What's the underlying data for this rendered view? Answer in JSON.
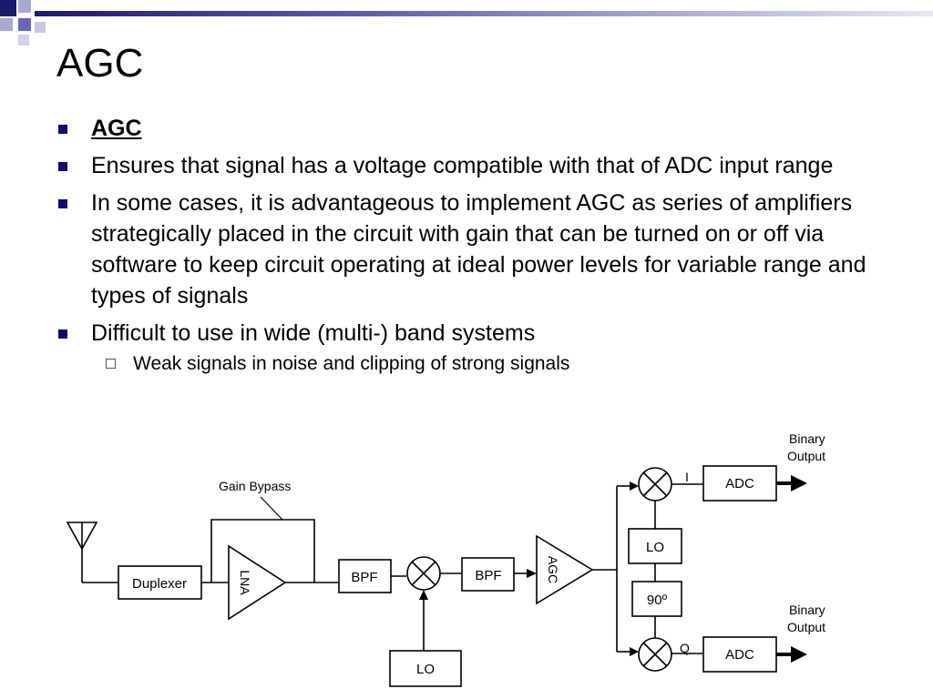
{
  "slide": {
    "title": "AGC",
    "bullets": [
      {
        "text": "AGC",
        "level": 1,
        "style": "bold-underline"
      },
      {
        "text": "Ensures that signal has a voltage compatible with that of ADC input range",
        "level": 1
      },
      {
        "text": "In some cases, it is advantageous to implement AGC as series of amplifiers strategically placed in the circuit with gain that can be turned on or off via software to keep circuit operating at ideal power levels for variable range and types of signals",
        "level": 1
      },
      {
        "text": "Difficult to use in wide (multi-) band systems",
        "level": 1
      },
      {
        "text": "Weak signals in noise and clipping of strong signals",
        "level": 2
      }
    ]
  },
  "diagram": {
    "gain_bypass": "Gain Bypass",
    "duplexer": "Duplexer",
    "lna": "LNA",
    "bpf1": "BPF",
    "bpf2": "BPF",
    "agc": "AGC",
    "lo_mixer": "LO",
    "lo_iq": "LO",
    "phase_shift": "90º",
    "adc_i": "ADC",
    "adc_q": "ADC",
    "branch_i": "I",
    "branch_q": "Q",
    "binary_output_top": [
      "Binary",
      "Output"
    ],
    "binary_output_bottom": [
      "Binary",
      "Output"
    ]
  },
  "colors": {
    "accent": "#0d0d6b",
    "header_gradient_start": "#1a1a6e",
    "header_gradient_end": "#e6e6f4"
  }
}
